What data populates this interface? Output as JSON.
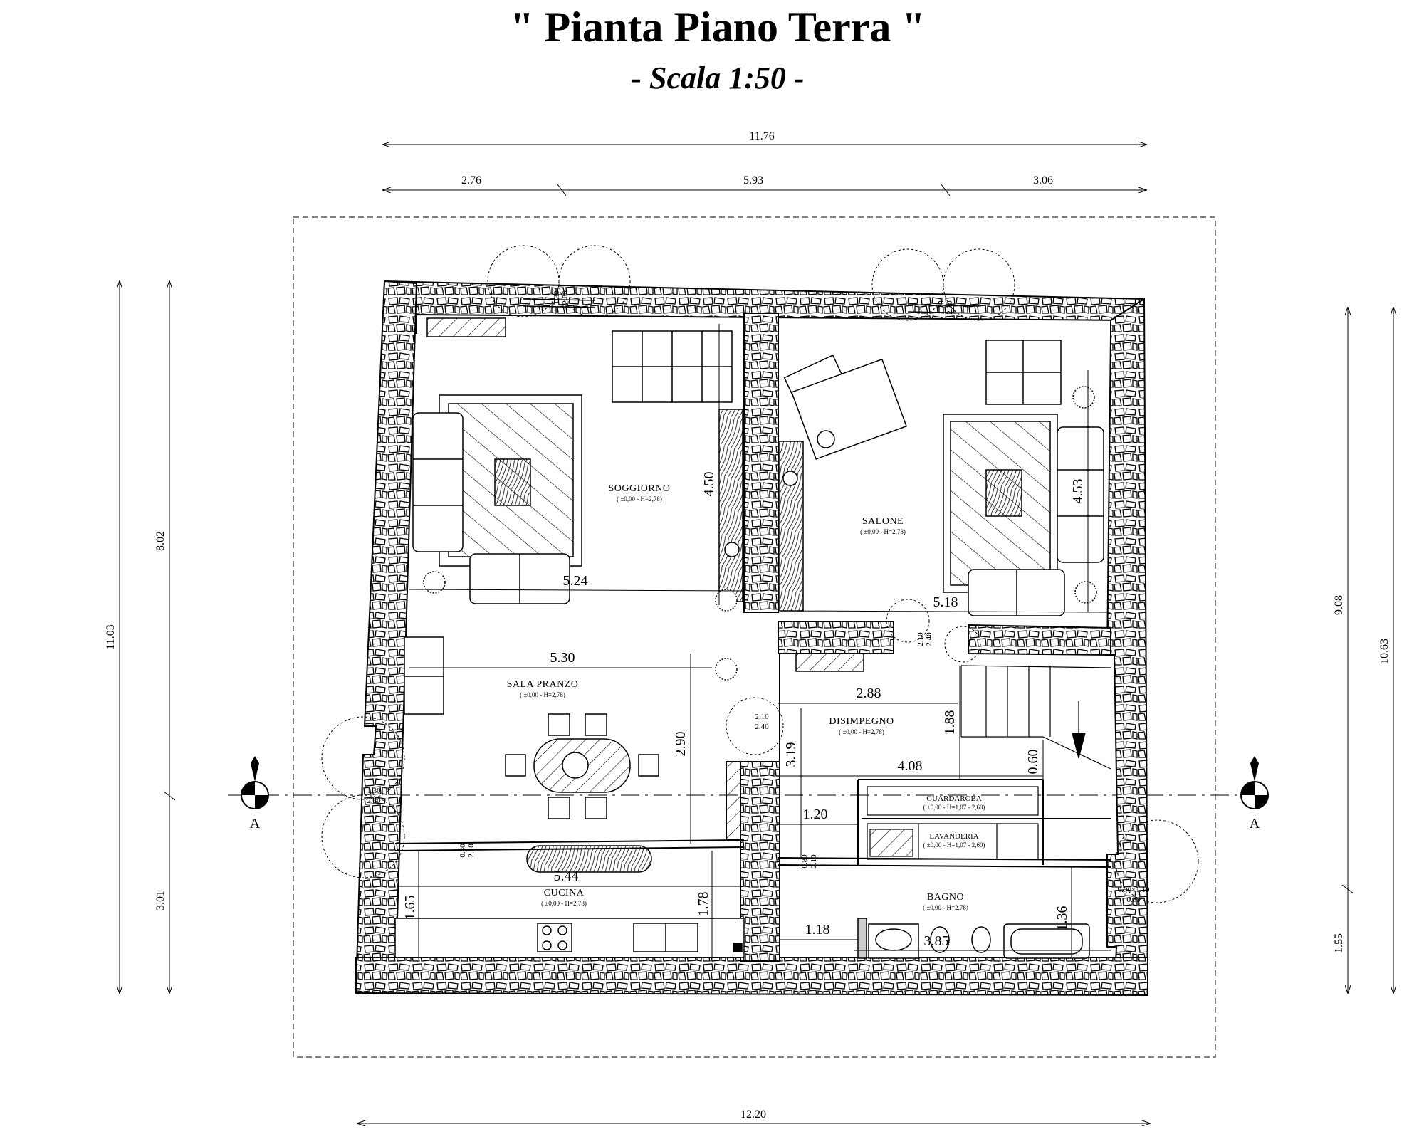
{
  "title": "\" Pianta Piano Terra \"",
  "subtitle": "- Scala 1:50 -",
  "overall_dims": {
    "top_total": "11.76",
    "top_left": "2.76",
    "top_mid": "5.93",
    "top_right": "3.06",
    "bottom_total": "12.20",
    "left_total": "11.03",
    "left_upper": "8.02",
    "left_lower": "3.01",
    "right_total": "10.63",
    "right_upper": "9.08",
    "right_lower": "1.55"
  },
  "section_marker": {
    "label_left": "A",
    "label_right": "A"
  },
  "rooms": [
    {
      "key": "soggiorno",
      "name": "SOGGIORNO",
      "info": "( ±0,00 - H=2,78)"
    },
    {
      "key": "salone",
      "name": "SALONE",
      "info": "( ±0,00 - H=2,78)"
    },
    {
      "key": "sala_pranzo",
      "name": "SALA PRANZO",
      "info": "( ±0,00 - H=2,78)"
    },
    {
      "key": "disimpegno",
      "name": "DISIMPEGNO",
      "info": "( ±0,00 - H=2,78)"
    },
    {
      "key": "guardaroba",
      "name": "GUARDAROBA",
      "info": "( ±0,00 - H=1,07 - 2,60)"
    },
    {
      "key": "lavanderia",
      "name": "LAVANDERIA",
      "info": "( ±0,00 - H=1,07 - 2,60)"
    },
    {
      "key": "cucina",
      "name": "CUCINA",
      "info": "( ±0,00 - H=2,78)"
    },
    {
      "key": "bagno",
      "name": "BAGNO",
      "info": "( ±0,00 - H=2,78)"
    }
  ],
  "inner_dims": {
    "soggiorno_w": "5.24",
    "soggiorno_h": "4.50",
    "salone_w": "5.18",
    "salone_h": "4.53",
    "pranzo_w": "5.30",
    "pranzo_h": "2.90",
    "disimpegno_w": "2.88",
    "disimpegno_h": "3.19",
    "stair_w": "4.08",
    "stair_h": "1.88",
    "stair_small": "0.60",
    "corr_w": "1.20",
    "cucina_w": "5.44",
    "cucina_h1": "1.65",
    "cucina_h2": "1.78",
    "bagno_w1": "1.18",
    "bagno_w2": "3.85",
    "bagno_h": "1.36"
  },
  "openings": {
    "win_top_a": "1.30",
    "win_top_b": "2.30",
    "door_210": "2.10",
    "door_240": "2.40",
    "win_side_a": "1.30",
    "win_side_b": "2.30",
    "door_080": "0.80",
    "win_090_110": "0.90×1.10",
    "win_080": "0.80"
  }
}
